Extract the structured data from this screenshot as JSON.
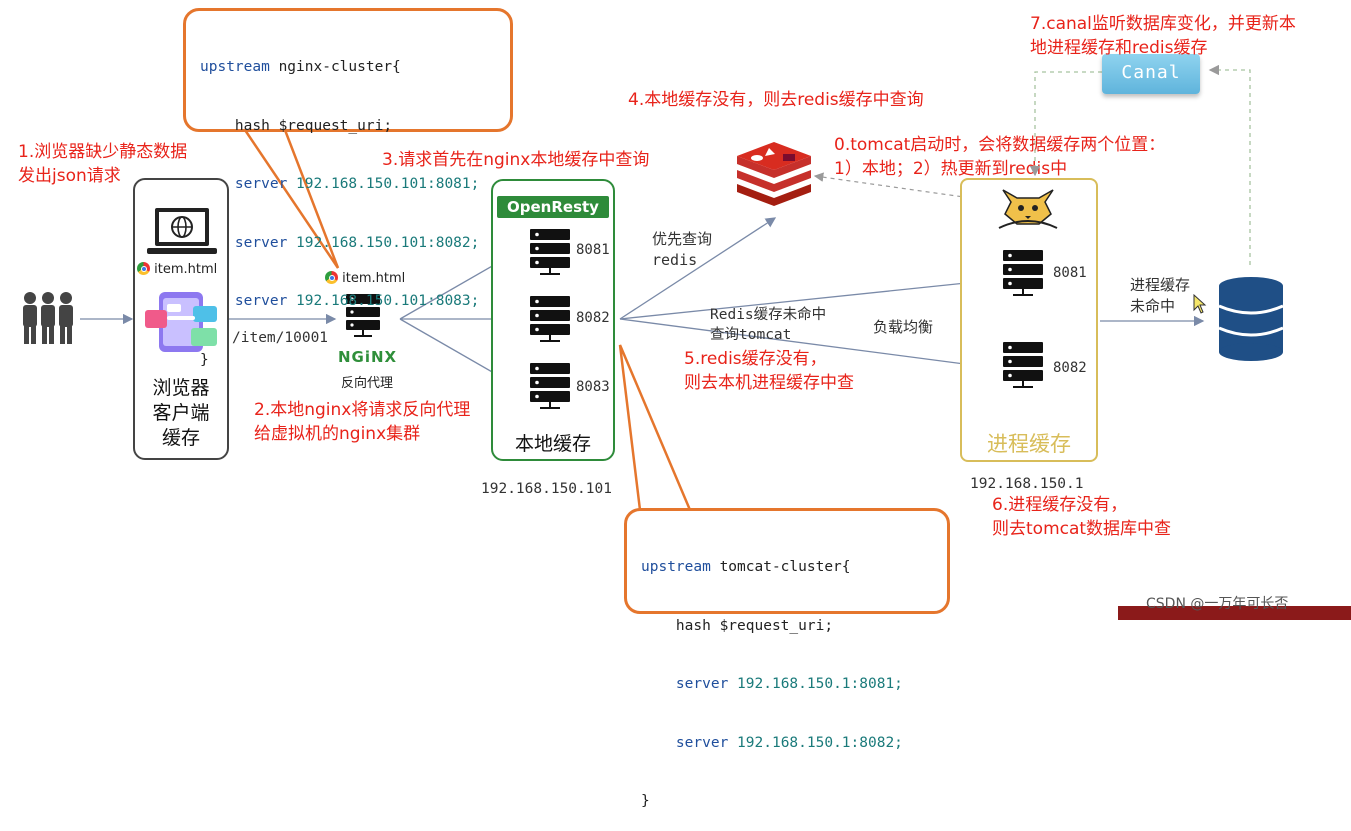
{
  "nginx_callout": {
    "lines": [
      {
        "kw": "upstream",
        "rest": " nginx-cluster{"
      },
      {
        "kw": "    hash",
        "rest": " $request_uri;"
      },
      {
        "kw": "    server",
        "val": " 192.168.150.101:8081;"
      },
      {
        "kw": "    server",
        "val": " 192.168.150.101:8082;"
      },
      {
        "kw": "    server",
        "val": " 192.168.150.101:8083;"
      },
      {
        "kw": "",
        "rest": "}"
      }
    ]
  },
  "tomcat_callout": {
    "lines": [
      {
        "kw": "upstream",
        "rest": " tomcat-cluster{"
      },
      {
        "kw": "    hash",
        "rest": " $request_uri;"
      },
      {
        "kw": "    server",
        "val": " 192.168.150.1:8081;"
      },
      {
        "kw": "    server",
        "val": " 192.168.150.1:8082;"
      },
      {
        "kw": "",
        "rest": "}"
      }
    ]
  },
  "steps": {
    "s0_line1": "0.tomcat启动时，会将数据缓存两个位置：",
    "s0_line2": "1）本地；2）热更新到redis中",
    "s1_line1": "1.浏览器缺少静态数据",
    "s1_line2": "发出json请求",
    "s2_line1": "2.本地nginx将请求反向代理",
    "s2_line2": "给虚拟机的nginx集群",
    "s3": "3.请求首先在nginx本地缓存中查询",
    "s4": "4.本地缓存没有，则去redis缓存中查询",
    "s5_line1": "5.redis缓存没有，",
    "s5_line2": "则去本机进程缓存中查",
    "s6_line1": "6.进程缓存没有，",
    "s6_line2": "则去tomcat数据库中查",
    "s7_line1": "7.canal监听数据库变化，并更新本",
    "s7_line2": "地进程缓存和redis缓存"
  },
  "browser": {
    "item_label": "item.html",
    "title_line1": "浏览器",
    "title_line2": "客户端",
    "title_line3": "缓存"
  },
  "request_path": "/item/10001",
  "nginx_proxy": {
    "item_label": "item.html",
    "logo_text": "NGiNX",
    "label": "反向代理"
  },
  "openresty": {
    "brand": "OpenResty",
    "ports": [
      "8081",
      "8082",
      "8083"
    ],
    "label": "本地缓存",
    "ip": "192.168.150.101"
  },
  "redis_query": {
    "line1": "优先查询",
    "line2": "redis"
  },
  "redis_miss": {
    "line1": "Redis缓存未命中",
    "line2": "查询tomcat"
  },
  "load_balance": "负载均衡",
  "tomcat_box": {
    "ports": [
      "8081",
      "8082"
    ],
    "label": "进程缓存",
    "ip": "192.168.150.1"
  },
  "process_miss": {
    "line1": "进程缓存",
    "line2": "未命中"
  },
  "canal_label": "Canal",
  "watermark": "CSDN @一万年可长否",
  "colors": {
    "accent_red": "#e8231a",
    "callout_border": "#e5762d",
    "openresty_green": "#2e8b3a",
    "tomcat_gold": "#d8bd5a",
    "canal_blue": "#7fc9e8",
    "db_blue": "#1f4f86"
  }
}
